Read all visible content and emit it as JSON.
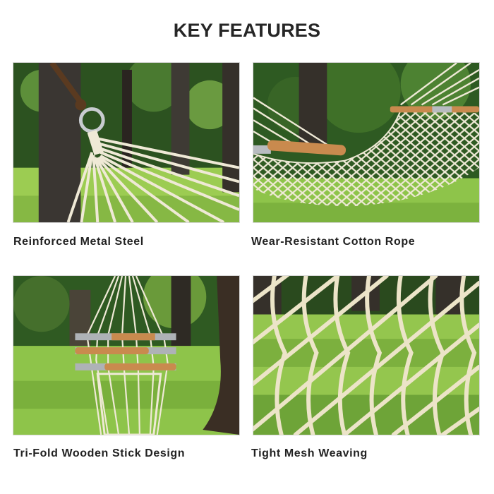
{
  "header": {
    "title": "KEY FEATURES"
  },
  "features": [
    {
      "caption": "Reinforced Metal Steel",
      "image": "metal-ring-rope-photo"
    },
    {
      "caption": "Wear-Resistant Cotton Rope",
      "image": "hammock-spreader-bar-photo"
    },
    {
      "caption": "Tri-Fold Wooden Stick Design",
      "image": "folded-wooden-sticks-photo"
    },
    {
      "caption": "Tight Mesh Weaving",
      "image": "rope-mesh-closeup-photo"
    }
  ],
  "colors": {
    "title_text": "#262626",
    "caption_text": "#222222",
    "grass": "#8fc24a",
    "foliage": "#2f5a22",
    "rope": "#ece6d2",
    "wood": "#c98a4e"
  }
}
